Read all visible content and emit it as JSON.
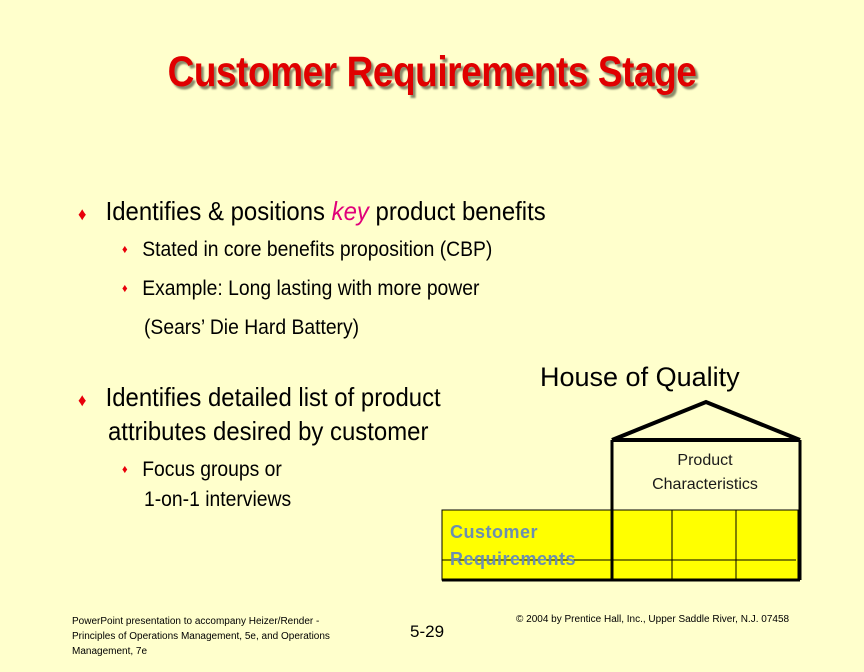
{
  "slide": {
    "title": "Customer Requirements Stage",
    "bullets": [
      {
        "text_before": "Identifies & positions ",
        "highlight": "key",
        "text_after": " product benefits",
        "subbullets": [
          "Stated in core benefits proposition (CBP)",
          "Example: Long lasting with more power",
          "(Sears’ Die Hard Battery)"
        ]
      },
      {
        "lines": [
          "Identifies detailed list of product",
          "attributes desired by customer"
        ],
        "subbullets": [
          "Focus groups or",
          "1-on-1 interviews"
        ]
      }
    ],
    "diagram": {
      "title": "House of Quality",
      "roof_label_lines": [
        "Product",
        "Characteristics"
      ],
      "side_label_lines": [
        "Customer",
        "Requirements"
      ]
    },
    "footer": {
      "left_lines": [
        "PowerPoint presentation to accompany Heizer/Render -",
        "Principles of Operations Management, 5e, and Operations",
        "Management, 7e"
      ],
      "page_number": "5-29",
      "copyright": "© 2004 by Prentice Hall, Inc., Upper Saddle River, N.J. 07458"
    },
    "colors": {
      "background": "#FFFFCC",
      "title": "#E00000",
      "bullet_diamond": "#E8000B",
      "highlight": "#E0007A",
      "matrix_fill": "#FFFF00",
      "customer_requirements_text": "#6b8fb0"
    }
  }
}
